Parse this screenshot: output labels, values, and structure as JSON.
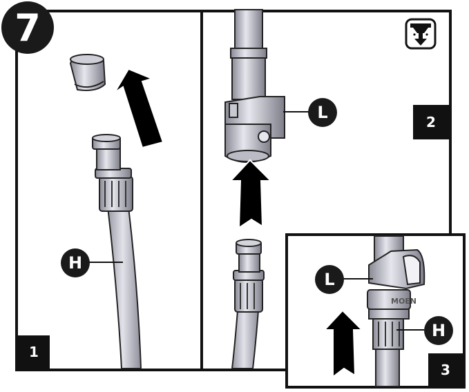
{
  "step_number": "7",
  "panels": [
    {
      "number": "1",
      "callouts": [
        "H"
      ]
    },
    {
      "number": "2",
      "callouts": [
        "L"
      ]
    },
    {
      "number": "3",
      "callouts": [
        "L",
        "H"
      ]
    }
  ],
  "connector_text": "MOEN",
  "icons": {
    "mode": "faucet-down-arrow-icon"
  }
}
